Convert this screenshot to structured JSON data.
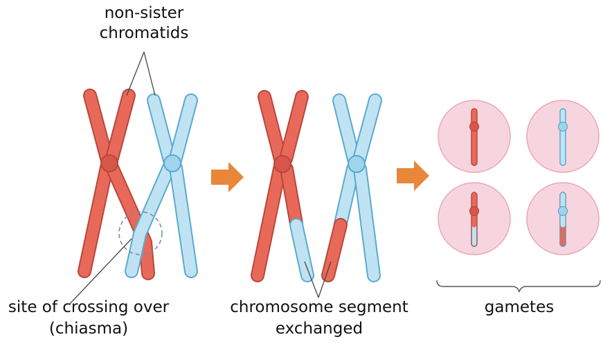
{
  "labels": {
    "non_sister_line1": "non-sister",
    "non_sister_line2": "chromatids",
    "crossing_line1": "site of crossing over",
    "crossing_line2": "(chiasma)",
    "segment_line1": "chromosome segment",
    "segment_line2": "exchanged",
    "gametes": "gametes"
  },
  "colors": {
    "red_fill": "#e8695a",
    "red_stroke": "#b8473a",
    "blue_fill": "#bfe3f2",
    "blue_stroke": "#5aa9d0",
    "arrow": "#e8873a",
    "cell_fill": "#f7d5df",
    "cell_stroke": "#e9a6b8"
  }
}
